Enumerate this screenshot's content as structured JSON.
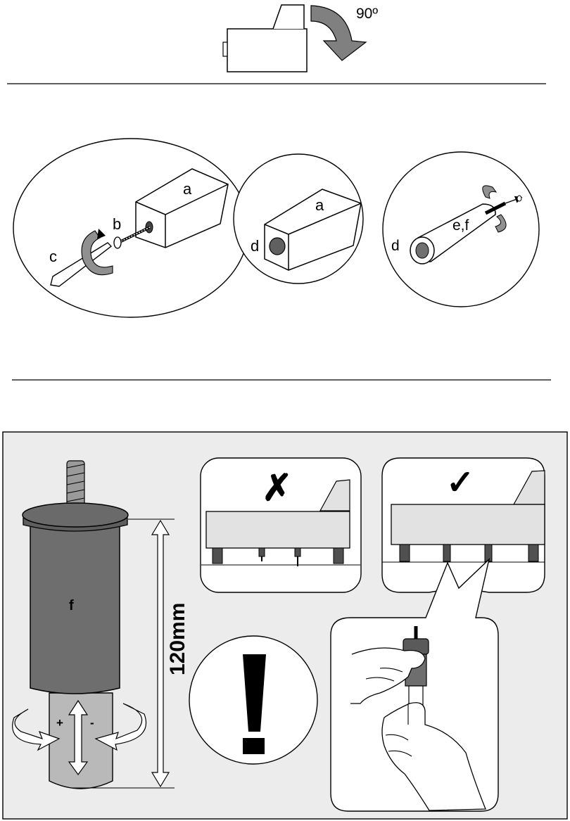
{
  "step1": {
    "rotation_label": "90º"
  },
  "step2": {
    "labels": {
      "a1": "a",
      "b": "b",
      "c": "c",
      "a2": "a",
      "d1": "d",
      "d2": "d",
      "ef": "e,f"
    }
  },
  "step3": {
    "leg_label": "f",
    "height_label": "120mm",
    "plus_label": "+",
    "minus_label": "-",
    "wrong_mark": "✗",
    "right_mark": "✓",
    "warning_mark": "!"
  },
  "colors": {
    "leg_dark": "#6e6e6e",
    "leg_light": "#b9b9b9",
    "panel_bg": "#ececec",
    "sofa": "#e2e2e2",
    "arrow_gray": "#8a8a8a"
  }
}
